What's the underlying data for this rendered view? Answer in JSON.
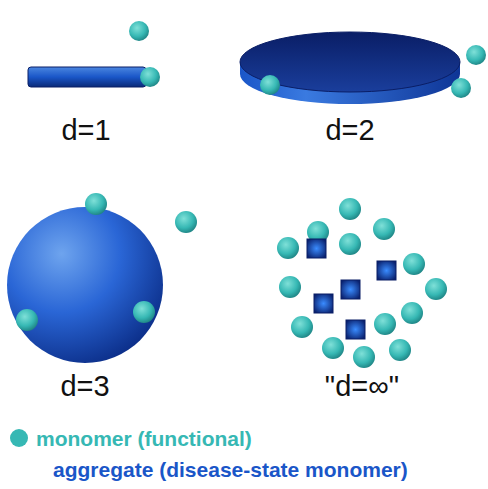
{
  "diagram": {
    "labels": [
      "d=1",
      "d=2",
      "d=3",
      "\"d=∞\""
    ],
    "legend": [
      {
        "text": "monomer (functional)",
        "color": "#36b8b4"
      },
      {
        "text": "aggregate (disease-state monomer)",
        "color": "#1a56c8"
      }
    ]
  }
}
